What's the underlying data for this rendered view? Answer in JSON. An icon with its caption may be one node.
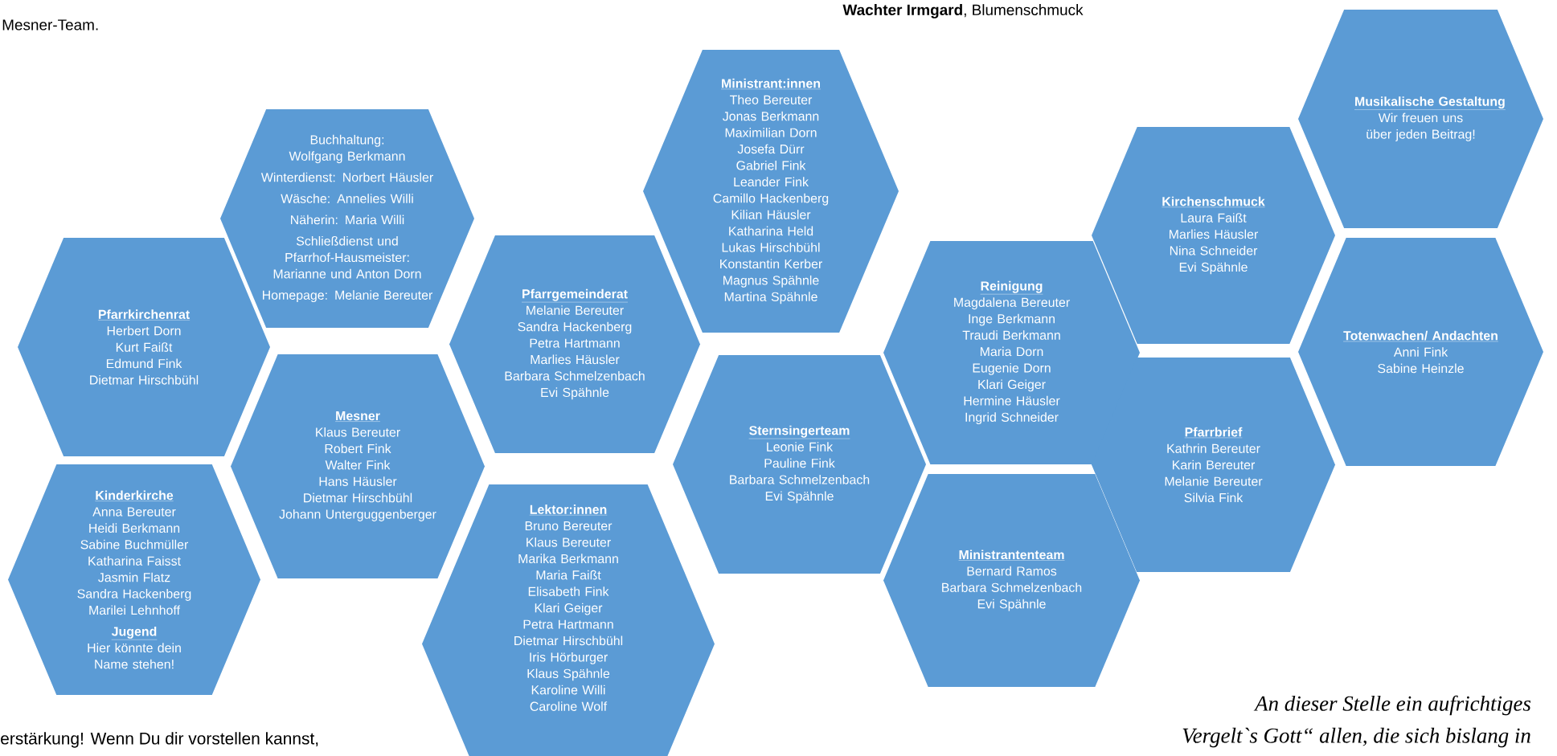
{
  "diagram": {
    "nodes": [
      {
        "text": [
          "Pfarrkirchenrat",
          "Herbert Dorn",
          "Kurt Faißt",
          "Edmund Fink",
          "Dietmar Hirschbühl"
        ]
      },
      {
        "text": [
          "Buchhaltung: Wolfgang Berkmann",
          "Winterdienst: Norbert Häusler",
          "Wäsche: Annelies Willi",
          "Näherin: Maria Willi",
          "Schließdienst und Pfarrhof-Hausmeister: Marianne und Anton Dorn",
          "Homepage: Melanie Bereuter"
        ]
      },
      {
        "text": [
          "Mesner",
          "Klaus Bereuter",
          "Robert Fink",
          "Walter Fink",
          "Hans Häusler",
          "Dietmar Hirschbühl",
          "Johann Unterguggenberger"
        ]
      },
      {
        "text": [
          "Kinderkirche",
          "Anna Bereuter",
          "Heidi Berkmann",
          "Sabine Buchmüller",
          "Katharina Faisst",
          "Jasmin Flatz",
          "Sandra Hackenberg",
          "Marilei Lehnhoff",
          "Jugend",
          "Hier könnte dein Name stehen!"
        ]
      },
      {
        "text": [
          "Pfarrgemeinderat",
          "Melanie Bereuter",
          "Sandra Hackenberg",
          "Petra Hartmann",
          "Marlies Häusler",
          "Barbara Schmelzenbach",
          "Evi Spähnle"
        ]
      },
      {
        "text": [
          "Lektor:innen",
          "Bruno Bereuter",
          "Klaus Bereuter",
          "Marika Berkmann",
          "Maria Faißt",
          "Elisabeth Fink",
          "Klari Geiger",
          "Petra Hartmann",
          "Dietmar Hirschbühl",
          "Iris Hörburger",
          "Klaus Spähnle",
          "Karoline Willi",
          "Caroline Wolf"
        ]
      },
      {
        "text": [
          "Ministrant:innen",
          "Theo Bereuter",
          "Jonas Berkmann",
          "Maximilian Dorn",
          "Josefa Dürr",
          "Gabriel Fink",
          "Leander Fink",
          "Camillo Hackenberg",
          "Kilian Häusler",
          "Katharina Held",
          "Lukas Hirschbühl",
          "Konstantin Kerber",
          "Magnus Spähnle",
          "Martina Spähnle"
        ]
      },
      {
        "text": [
          "Sternsingerteam",
          "Leonie Fink",
          "Pauline Fink",
          "Barbara Schmelzenbach",
          "Evi Spähnle"
        ]
      },
      {
        "text": [
          "Reinigung",
          "Magdalena Bereuter",
          "Inge Berkmann",
          "Traudi Berkmann",
          "Maria Dorn",
          "Eugenie Dorn",
          "Klari Geiger",
          "Hermine Häusler",
          "Ingrid Schneider"
        ]
      },
      {
        "text": [
          "Ministrantenteam",
          "Bernard Ramos",
          "Barbara Schmelzenbach",
          "Evi Spähnle"
        ]
      },
      {
        "text": [
          "Kirchenschmuck",
          "Laura Faißt",
          "Marlies Häusler",
          "Nina Schneider",
          "Evi Spähnle"
        ]
      },
      {
        "text": [
          "Pfarrbrief",
          "Kathrin Bereuter",
          "Karin Bereuter",
          "Melanie Bereuter",
          "Silvia Fink"
        ]
      },
      {
        "text": [
          "Musikalische Gestaltung",
          "Wir freuen uns über jeden Beitrag!"
        ]
      },
      {
        "text": [
          "Totenwachen/ Andachten",
          "Anni Fink",
          "Sabine Heinzle"
        ]
      }
    ],
    "labels": [
      "Mesner-Team.",
      "**Wachter Irmgard**, Blumenschmuck",
      "erstärkung! Wenn Du dir vorstellen kannst,",
      "An dieser Stelle ein aufrichtiges",
      "Vergelt`s Gott“ allen, die sich bislang in"
    ]
  }
}
